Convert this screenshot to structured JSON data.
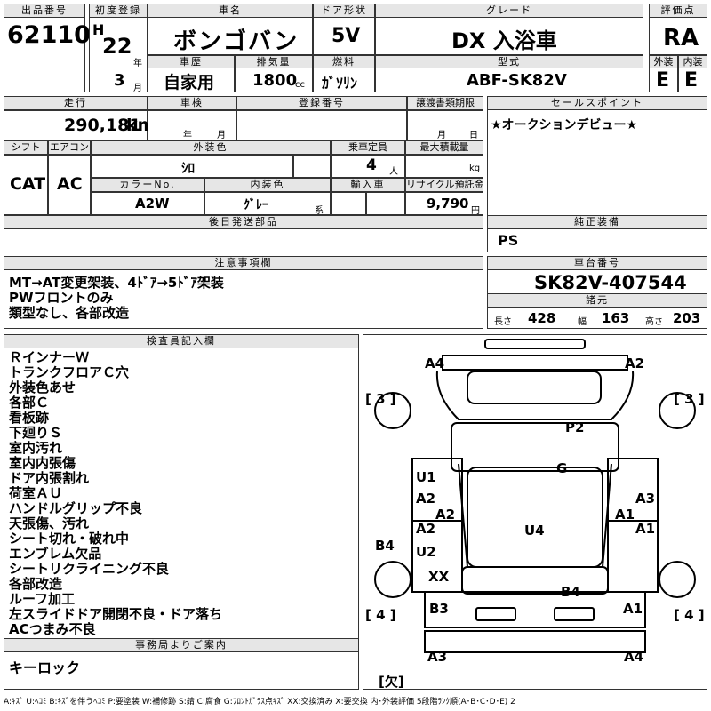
{
  "header": {
    "lot_no_label": "出品番号",
    "lot_no": "62110",
    "first_reg_label": "初度登録",
    "era": "H",
    "year": "22",
    "year_unit": "年",
    "month": "3",
    "month_unit": "月",
    "car_name_label": "車名",
    "car_name": "ボンゴバン",
    "door_label": "ドア形状",
    "door": "5V",
    "grade_label": "グレード",
    "grade": "DX 入浴車",
    "score_label": "評価点",
    "score": "RA",
    "history_label": "車歴",
    "history": "自家用",
    "displacement_label": "排気量",
    "displacement": "1800",
    "displacement_unit": "cc",
    "fuel_label": "燃料",
    "fuel": "ｶﾞｿﾘﾝ",
    "model_label": "型式",
    "model": "ABF-SK82V",
    "exterior_label": "外装",
    "exterior": "E",
    "interior_label": "内装",
    "interior": "E"
  },
  "details": {
    "mileage_label": "走行",
    "mileage": "290,181",
    "mileage_unit": "km",
    "inspection_label": "車検",
    "ins_year_unit": "年",
    "ins_month_unit": "月",
    "reg_no_label": "登録番号",
    "transfer_label": "譲渡書類期限",
    "tr_month_unit": "月",
    "tr_day_unit": "日",
    "shift_label": "シフト",
    "shift": "CAT",
    "ac_label": "エアコン",
    "ac": "AC",
    "color_label": "外装色",
    "color": "ｼﾛ",
    "capacity_label": "乗車定員",
    "capacity": "4",
    "capacity_unit": "人",
    "load_label": "最大積載量",
    "load_unit": "kg",
    "color_no_label": "カラーNo.",
    "color_no": "A2W",
    "int_color_label": "内装色",
    "int_color": "ｸﾞﾚｰ",
    "int_color_suffix": "系",
    "import_label": "輸入車",
    "recycle_label": "リサイクル預託金",
    "recycle": "9,790",
    "recycle_unit": "円",
    "parts_label": "後日発送部品"
  },
  "sales": {
    "label": "セールスポイント",
    "text": "★オークションデビュー★"
  },
  "equipment": {
    "label": "純正装備",
    "text": "PS"
  },
  "notes": {
    "label": "注意事項欄",
    "lines": [
      "MT→AT変更架装、4ﾄﾞｱ→5ﾄﾞｱ架装",
      "PWフロントのみ",
      "類型なし、各部改造"
    ]
  },
  "chassis": {
    "label": "車台番号",
    "value": "SK82V-407544"
  },
  "dims": {
    "label": "諸元",
    "length_label": "長さ",
    "length": "428",
    "width_label": "幅",
    "width": "163",
    "height_label": "高さ",
    "height": "203"
  },
  "inspector": {
    "label": "検査員記入欄",
    "lines": [
      "ＲインナーＷ",
      "トランクフロアＣ穴",
      "外装色あせ",
      "各部Ｃ",
      "看板跡",
      "下廻りＳ",
      "室内汚れ",
      "室内内張傷",
      "ドア内張割れ",
      "荷室ＡＵ",
      "ハンドルグリップ不良",
      "天張傷、汚れ",
      "シート切れ・破れ中",
      "エンブレム欠品",
      "シートリクライニング不良",
      "各部改造",
      "ルーフ加工",
      "左スライドドア開閉不良・ドア落ち",
      "ACつまみ不良"
    ]
  },
  "office": {
    "label": "事務局よりご案内",
    "text": "キーロック"
  },
  "diagram": {
    "marks": {
      "a4l": "A4",
      "a2r": "A2",
      "p2": "P2",
      "g": "G",
      "u1": "U1",
      "a2a": "A2",
      "a2b": "A2",
      "a3": "A3",
      "a1a": "A1",
      "a2c": "A2",
      "a1b": "A1",
      "u2": "U2",
      "u4": "U4",
      "xx": "XX",
      "b4a": "B4",
      "b4b": "B4",
      "b3": "B3",
      "a1c": "A1",
      "a3b": "A3",
      "a4b": "A4"
    },
    "side_l_top": "[ 3 ]",
    "side_r_top": "[ 3 ]",
    "side_l_bot": "[ 4 ]",
    "side_r_bot": "[ 4 ]",
    "missing": "[欠]"
  },
  "legend": "A:ｷｽﾞ U:ﾍｺﾐ B:ｷｽﾞを伴うﾍｺﾐ P:要塗装 W:補修跡 S:錆 C:腐食 G:ﾌﾛﾝﾄｶﾞﾗｽ点ｷｽﾞ XX:交換済み X:要交換 内･外装評価 5段階ﾗﾝｸ順(A･B･C･D･E) 2"
}
